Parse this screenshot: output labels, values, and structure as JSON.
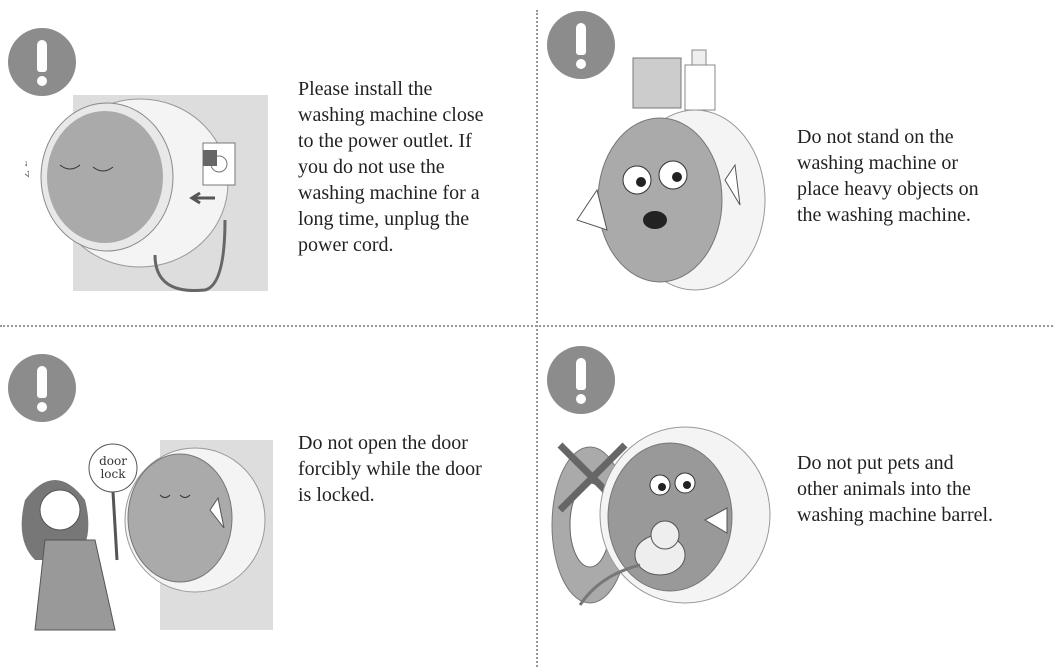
{
  "sections": [
    {
      "icon": "warning-exclamation-icon",
      "lines": [
        "Please install the",
        "washing machine close",
        "to the power outlet. If",
        "you do not use the",
        "washing machine for a",
        "long time, unplug the",
        "power cord."
      ]
    },
    {
      "icon": "warning-exclamation-icon",
      "lines": [
        "Do not stand on the",
        "washing machine or",
        "place heavy objects on",
        "the washing machine."
      ]
    },
    {
      "icon": "warning-exclamation-icon",
      "lines": [
        "Do not open the door",
        "forcibly while the door",
        "is locked."
      ],
      "sign": [
        "door",
        "lock"
      ]
    },
    {
      "icon": "warning-exclamation-icon",
      "lines": [
        "Do not put pets and",
        "other animals into the",
        "washing machine barrel."
      ]
    }
  ],
  "colors": {
    "icon": "#8c8c8c",
    "divider": "#999999"
  }
}
